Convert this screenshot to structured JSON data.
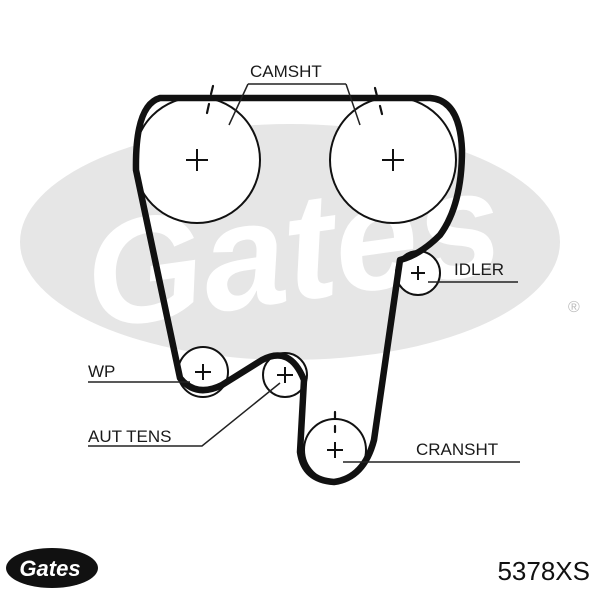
{
  "labels": {
    "camshaft": "CAMSHT",
    "idler": "IDLER",
    "water_pump": "WP",
    "auto_tensioner": "AUT TENS",
    "crankshaft": "CRANSHT"
  },
  "brand": {
    "watermark_text": "Gates",
    "logo_text": "Gates",
    "registered_mark": "®"
  },
  "part_number": "5378XS",
  "colors": {
    "belt": "#111111",
    "watermark": "#e6e6e6",
    "line": "#222222"
  }
}
